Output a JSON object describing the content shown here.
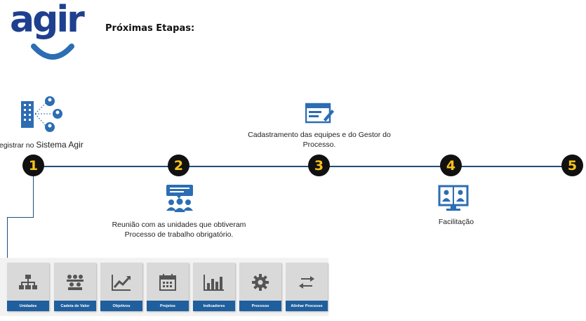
{
  "header": {
    "logo_text": "agir",
    "title": "Próximas Etapas:"
  },
  "timeline": {
    "steps": [
      {
        "number": "1",
        "label_prefix": "Registrar no ",
        "label_suffix": "Sistema Agir"
      },
      {
        "number": "2",
        "label": "Reunião com as unidades que obtiveram Processo de trabalho obrigatório."
      },
      {
        "number": "3",
        "label": "Cadastramento das equipes e do Gestor do Processo."
      },
      {
        "number": "4",
        "label": "Facilitação"
      },
      {
        "number": "5"
      }
    ]
  },
  "tiles": [
    {
      "label": "Unidades",
      "icon": "org-chart-icon"
    },
    {
      "label": "Cadeia de Valor",
      "icon": "team-icon"
    },
    {
      "label": "Objetivos",
      "icon": "trend-chart-icon"
    },
    {
      "label": "Projetos",
      "icon": "calendar-icon"
    },
    {
      "label": "Indicadores",
      "icon": "bar-chart-icon"
    },
    {
      "label": "Processo",
      "icon": "gear-icon"
    },
    {
      "label": "Alinhar Processo",
      "icon": "swap-arrows-icon"
    }
  ],
  "colors": {
    "brand_blue": "#1f3f8f",
    "icon_blue": "#2c6db3",
    "step_text": "#f6c319",
    "tile_caption": "#1f5f9e"
  }
}
